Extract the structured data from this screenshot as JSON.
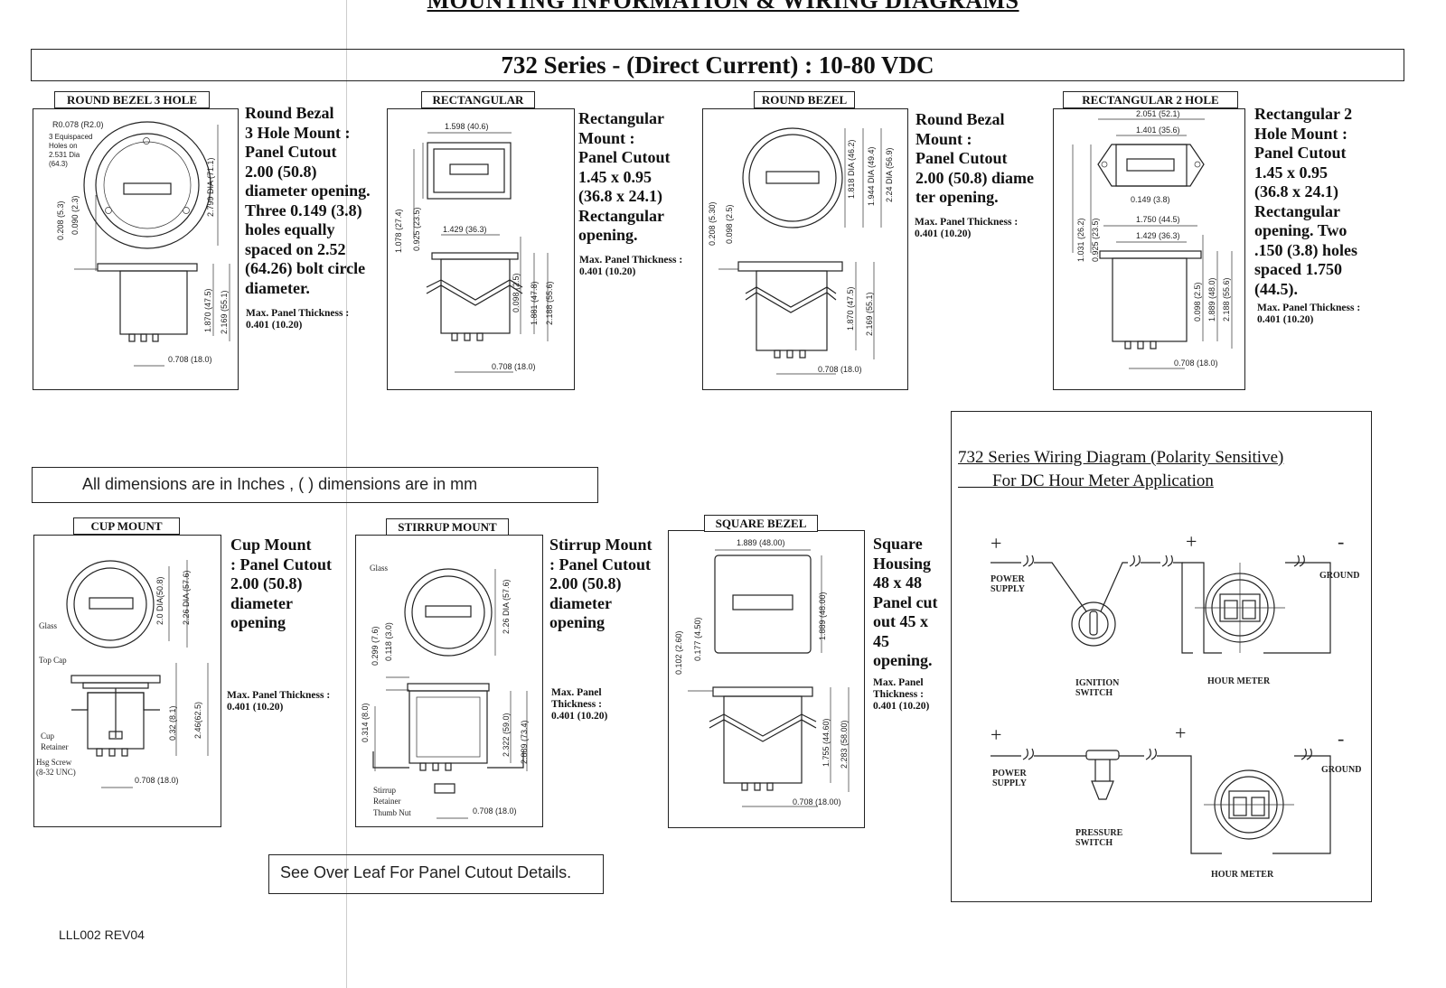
{
  "header": {
    "title": "MOUNTING INFORMATION & WIRING DIAGRAMS",
    "series": "732 Series - (Direct Current) : 10-80 VDC"
  },
  "panels": {
    "round3": {
      "tab": "ROUND BEZEL  3 HOLE",
      "desc": "Round Bezal\n3 Hole Mount :\nPanel Cutout\n2.00 (50.8)\ndiameter opening.\nThree 0.149 (3.8)\nholes equally\nspaced on 2.52\n(64.26) bolt circle\ndiameter.",
      "thickness": "Max. Panel Thickness :\n0.401 (10.20)",
      "dims": {
        "r": "R0.078 (R2.0)",
        "holes1": "3 Equispaced",
        "holes2": "Holes on",
        "holes3": "2.531 Dia",
        "holes4": "(64.3)",
        "dia": "2.799 DIA (71.1)",
        "a": "0.208 (5.3)",
        "b": "0.090 (2.3)",
        "c": "1.870 (47.5)",
        "d": "2.169 (55.1)",
        "e": "0.708 (18.0)"
      }
    },
    "rect": {
      "tab": "RECTANGULAR",
      "desc": "Rectangular\nMount :\nPanel Cutout\n1.45 x 0.95\n(36.8 x 24.1)\nRectangular\nopening.",
      "thickness": "Max. Panel Thickness :\n0.401 (10.20)",
      "dims": {
        "w": "1.598 (40.6)",
        "w2": "1.429 (36.3)",
        "h1": "1.078 (27.4)",
        "h2": "0.925 (23.5)",
        "a": "0.098 (2.5)",
        "b": "1.881 (47.8)",
        "c": "2.188 (55.6)",
        "e": "0.708 (18.0)"
      }
    },
    "round": {
      "tab": "ROUND BEZEL",
      "desc": "Round Bezal\nMount :\nPanel Cutout\n2.00 (50.8) diame\nter opening.",
      "thickness": "Max. Panel Thickness :\n0.401 (10.20)",
      "dims": {
        "d1": "1.818 DIA (46.2)",
        "d2": "1.944 DIA (49.4)",
        "d3": "2.24 DIA (56.9)",
        "a": "0.208 (5.30)",
        "b": "0.098 (2.5)",
        "c": "1.870 (47.5)",
        "d": "2.169 (55.1)",
        "e": "0.708 (18.0)"
      }
    },
    "rect2": {
      "tab": "RECTANGULAR  2 HOLE",
      "desc": "Rectangular 2\nHole Mount :\nPanel Cutout\n1.45 x 0.95\n(36.8 x 24.1)\nRectangular\nopening. Two\n.150 (3.8) holes\nspaced 1.750\n(44.5).",
      "thickness": "Max. Panel Thickness :\n0.401 (10.20)",
      "dims": {
        "w1": "2.051 (52.1)",
        "w2": "1.401 (35.6)",
        "h": "0.149 (3.8)",
        "w3": "1.750 (44.5)",
        "w4": "1.429 (36.3)",
        "v1": "1.031 (26.2)",
        "v2": "0.925 (23.5)",
        "a": "0.098 (2.5)",
        "b": "1.889 (48.0)",
        "c": "2.188 (55.6)",
        "e": "0.708 (18.0)"
      }
    },
    "cup": {
      "tab": "CUP MOUNT",
      "desc": "Cup Mount\n: Panel Cutout\n2.00 (50.8)\ndiameter\nopening",
      "thickness": "Max. Panel Thickness :\n0.401 (10.20)",
      "dims": {
        "d1": "2.0 DIA(50.8)",
        "d2": "2.26 DIA (57.6)",
        "glass": "Glass",
        "topcap": "Top Cap",
        "cup1": "Cup",
        "cup2": "Retainer",
        "screw1": "Hsg Screw",
        "screw2": "(8-32 UNC)",
        "a": "0.32 (8.1)",
        "b": "2.46(62.5)",
        "e": "0.708 (18.0)"
      }
    },
    "stirrup": {
      "tab": "STIRRUP MOUNT",
      "desc": "Stirrup Mount\n: Panel Cutout\n2.00 (50.8)\ndiameter\nopening",
      "thickness": "Max. Panel\nThickness :\n0.401 (10.20)",
      "dims": {
        "glass": "Glass",
        "d": "2.26 DIA (57.6)",
        "a": "0.299 (7.6)",
        "b": "0.118 (3.0)",
        "c": "0.314 (8.0)",
        "h1": "2.322 (59.0)",
        "h2": "2.889 (73.4)",
        "s1": "Stirrup",
        "s2": "Retainer",
        "s3": "Thumb Nut",
        "e": "0.708 (18.0)"
      }
    },
    "square": {
      "tab": "SQUARE BEZEL",
      "desc": "Square\nHousing\n48 x 48\nPanel cut\nout 45 x\n45\nopening.",
      "thickness": "Max. Panel\nThickness :\n0.401 (10.20)",
      "dims": {
        "w": "1.889 (48.00)",
        "h": "1.889 (48.00)",
        "a": "0.102 (2.60)",
        "b": "0.177 (4.50)",
        "c": "1.755 (44.60)",
        "d": "2.283 (58.00)",
        "e": "0.708 (18.00)"
      }
    }
  },
  "notes": {
    "dimensions": "All dimensions are in Inches , ( ) dimensions are in mm",
    "overleaf": "See Over Leaf For Panel Cutout Details."
  },
  "wiring": {
    "title": "732 Series Wiring Diagram (Polarity Sensitive)\n        For DC Hour Meter Application",
    "plus": "+",
    "minus": "-",
    "power1": "POWER",
    "power2": "SUPPLY",
    "ground": "GROUND",
    "ignition1": "IGNITION",
    "ignition2": "SWITCH",
    "pressure1": "PRESSURE",
    "pressure2": "SWITCH",
    "hourmeter": "HOUR METER"
  },
  "footer": {
    "code": "LLL002 REV04"
  }
}
